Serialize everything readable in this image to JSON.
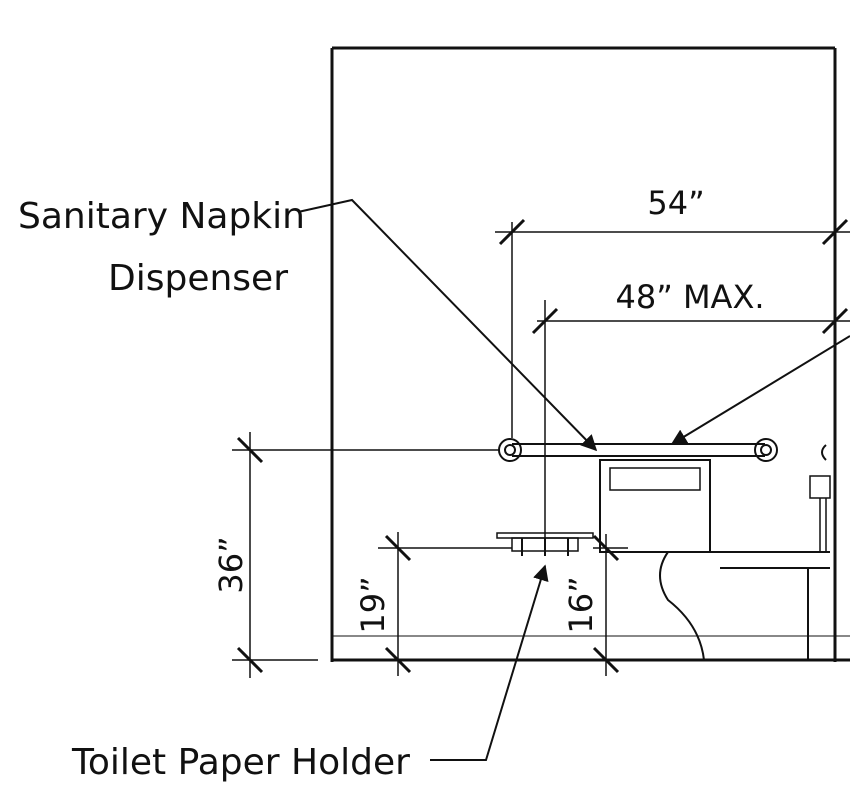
{
  "labels": {
    "sanitary_line1": "Sanitary Napkin",
    "sanitary_line2": "Dispenser",
    "toilet_paper": "Toilet Paper Holder"
  },
  "dimensions": {
    "d54": "54”",
    "d48": "48” MAX.",
    "d36": "36”",
    "d19": "19”",
    "d16": "16”"
  }
}
